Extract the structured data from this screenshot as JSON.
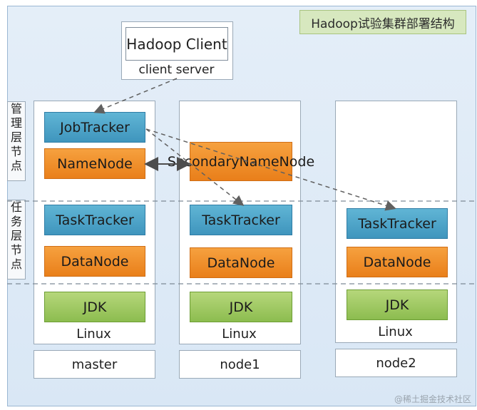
{
  "diagram": {
    "title": "Hadoop试验集群部署结构",
    "client": {
      "label": "Hadoop Client",
      "caption": "client server"
    },
    "side_labels": {
      "management": "管\n理\n层\n节\n点",
      "task": "任\n务\n层\n节\n点"
    },
    "nodes": [
      {
        "name": "master",
        "components": [
          "JobTracker",
          "NameNode",
          "TaskTracker",
          "DataNode",
          "JDK"
        ],
        "os": "Linux"
      },
      {
        "name": "node1",
        "components": [
          "SecondaryNameNode",
          "TaskTracker",
          "DataNode",
          "JDK"
        ],
        "os": "Linux"
      },
      {
        "name": "node2",
        "components": [
          "TaskTracker",
          "DataNode",
          "JDK"
        ],
        "os": "Linux"
      }
    ],
    "watermark": "@稀土掘金技术社区",
    "colors": {
      "blue": "#4aa3c8",
      "orange": "#ef8a28",
      "green": "#9ac35f",
      "title_bg": "#d7e8bf"
    }
  }
}
